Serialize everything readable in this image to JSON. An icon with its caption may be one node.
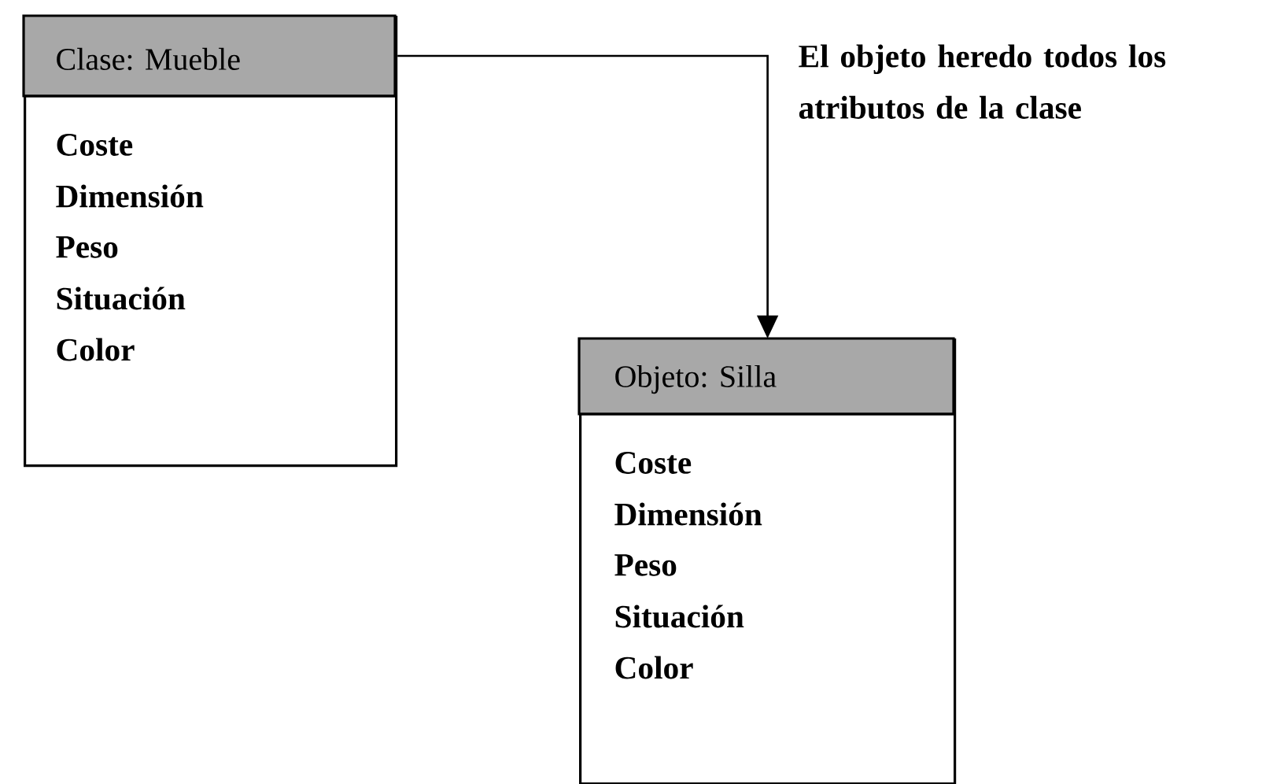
{
  "diagram": {
    "nodes": [
      {
        "text": [
          "Clase: Mueble",
          "Coste",
          "Dimensión",
          "Peso",
          "Situación",
          "Color"
        ]
      },
      {
        "text": [
          "Objeto: Silla",
          "Coste",
          "Dimensión",
          "Peso",
          "Situación",
          "Color"
        ]
      }
    ],
    "edges": [
      {
        "from": 0,
        "to": 1,
        "arrow": "to"
      }
    ],
    "labels": [
      "El objeto heredo todos los atributos de la clase"
    ]
  }
}
